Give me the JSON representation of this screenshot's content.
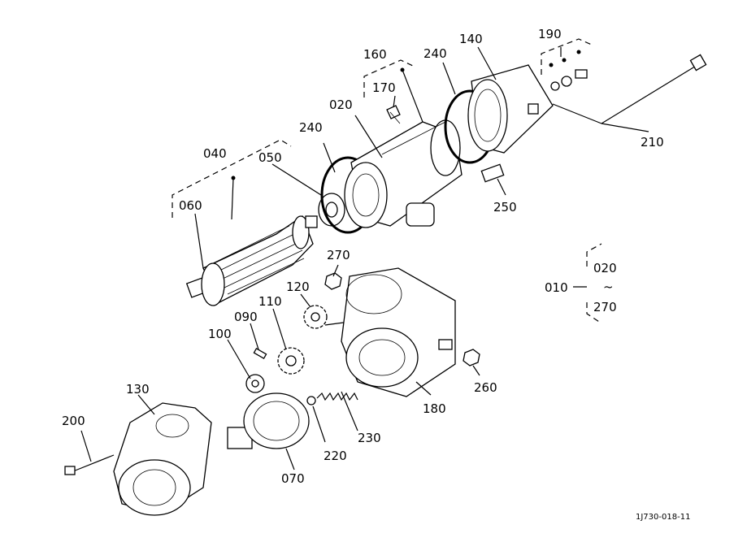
{
  "labels": {
    "p010": "010",
    "p020": "020",
    "p020b": "020",
    "tilde": "~",
    "p270b": "270",
    "p040": "040",
    "p050": "050",
    "p060": "060",
    "p070": "070",
    "p090": "090",
    "p100": "100",
    "p110": "110",
    "p120": "120",
    "p130": "130",
    "p140": "140",
    "p160": "160",
    "p170": "170",
    "p180": "180",
    "p190": "190",
    "p200": "200",
    "p210": "210",
    "p220": "220",
    "p230": "230",
    "p240a": "240",
    "p240b": "240",
    "p250": "250",
    "p260": "260",
    "p270": "270"
  },
  "drawing_code": "1J730-018-11"
}
